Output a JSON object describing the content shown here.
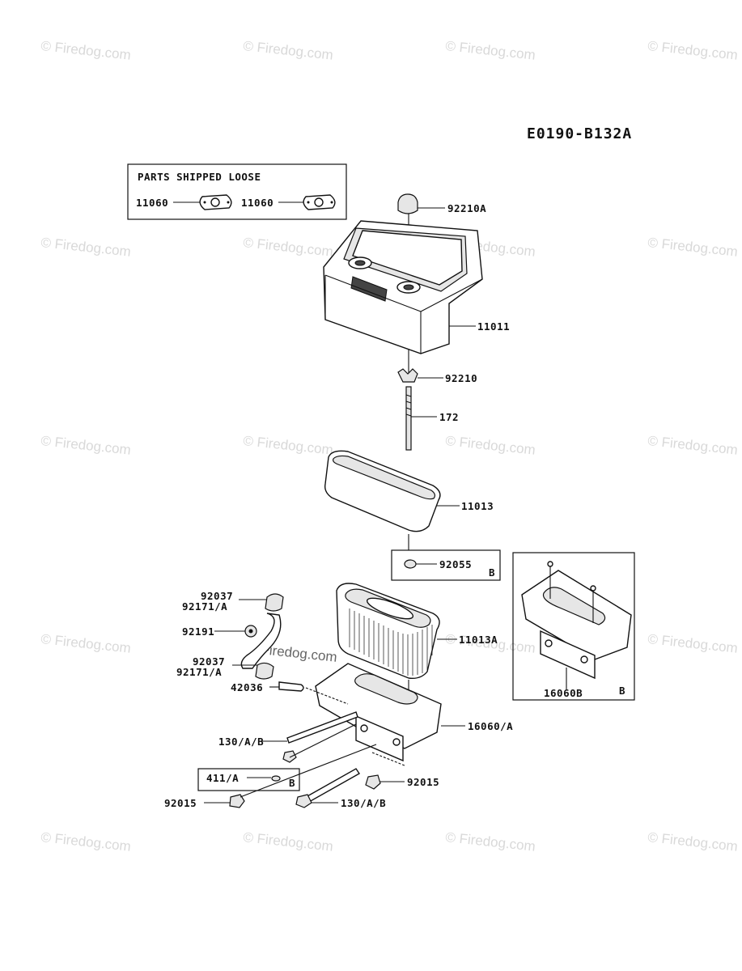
{
  "diagram_code": "E0190-B132A",
  "loose_box": {
    "title": "PARTS SHIPPED LOOSE",
    "part_a": "11060",
    "part_b": "11060"
  },
  "inset_b": {
    "part": "16060B",
    "tag": "B"
  },
  "watermark": "© Firedog.com",
  "center_watermark": "Firedog.com",
  "parts": {
    "p92210A": "92210A",
    "p11011": "11011",
    "p92210": "92210",
    "p172": "172",
    "p11013": "11013",
    "p92055": "92055",
    "p92055_tag": "B",
    "p11013A": "11013A",
    "p16060A": "16060/A",
    "p92037_top": "92037",
    "p92171A_top": "92171/A",
    "p92191": "92191",
    "p92037_low": "92037",
    "p92171A_low": "92171/A",
    "p42036": "42036",
    "p130AB_top": "130/A/B",
    "p411A": "411/A",
    "p411A_tag": "B",
    "p92015_left": "92015",
    "p92015_right": "92015",
    "p130AB_low": "130/A/B"
  }
}
